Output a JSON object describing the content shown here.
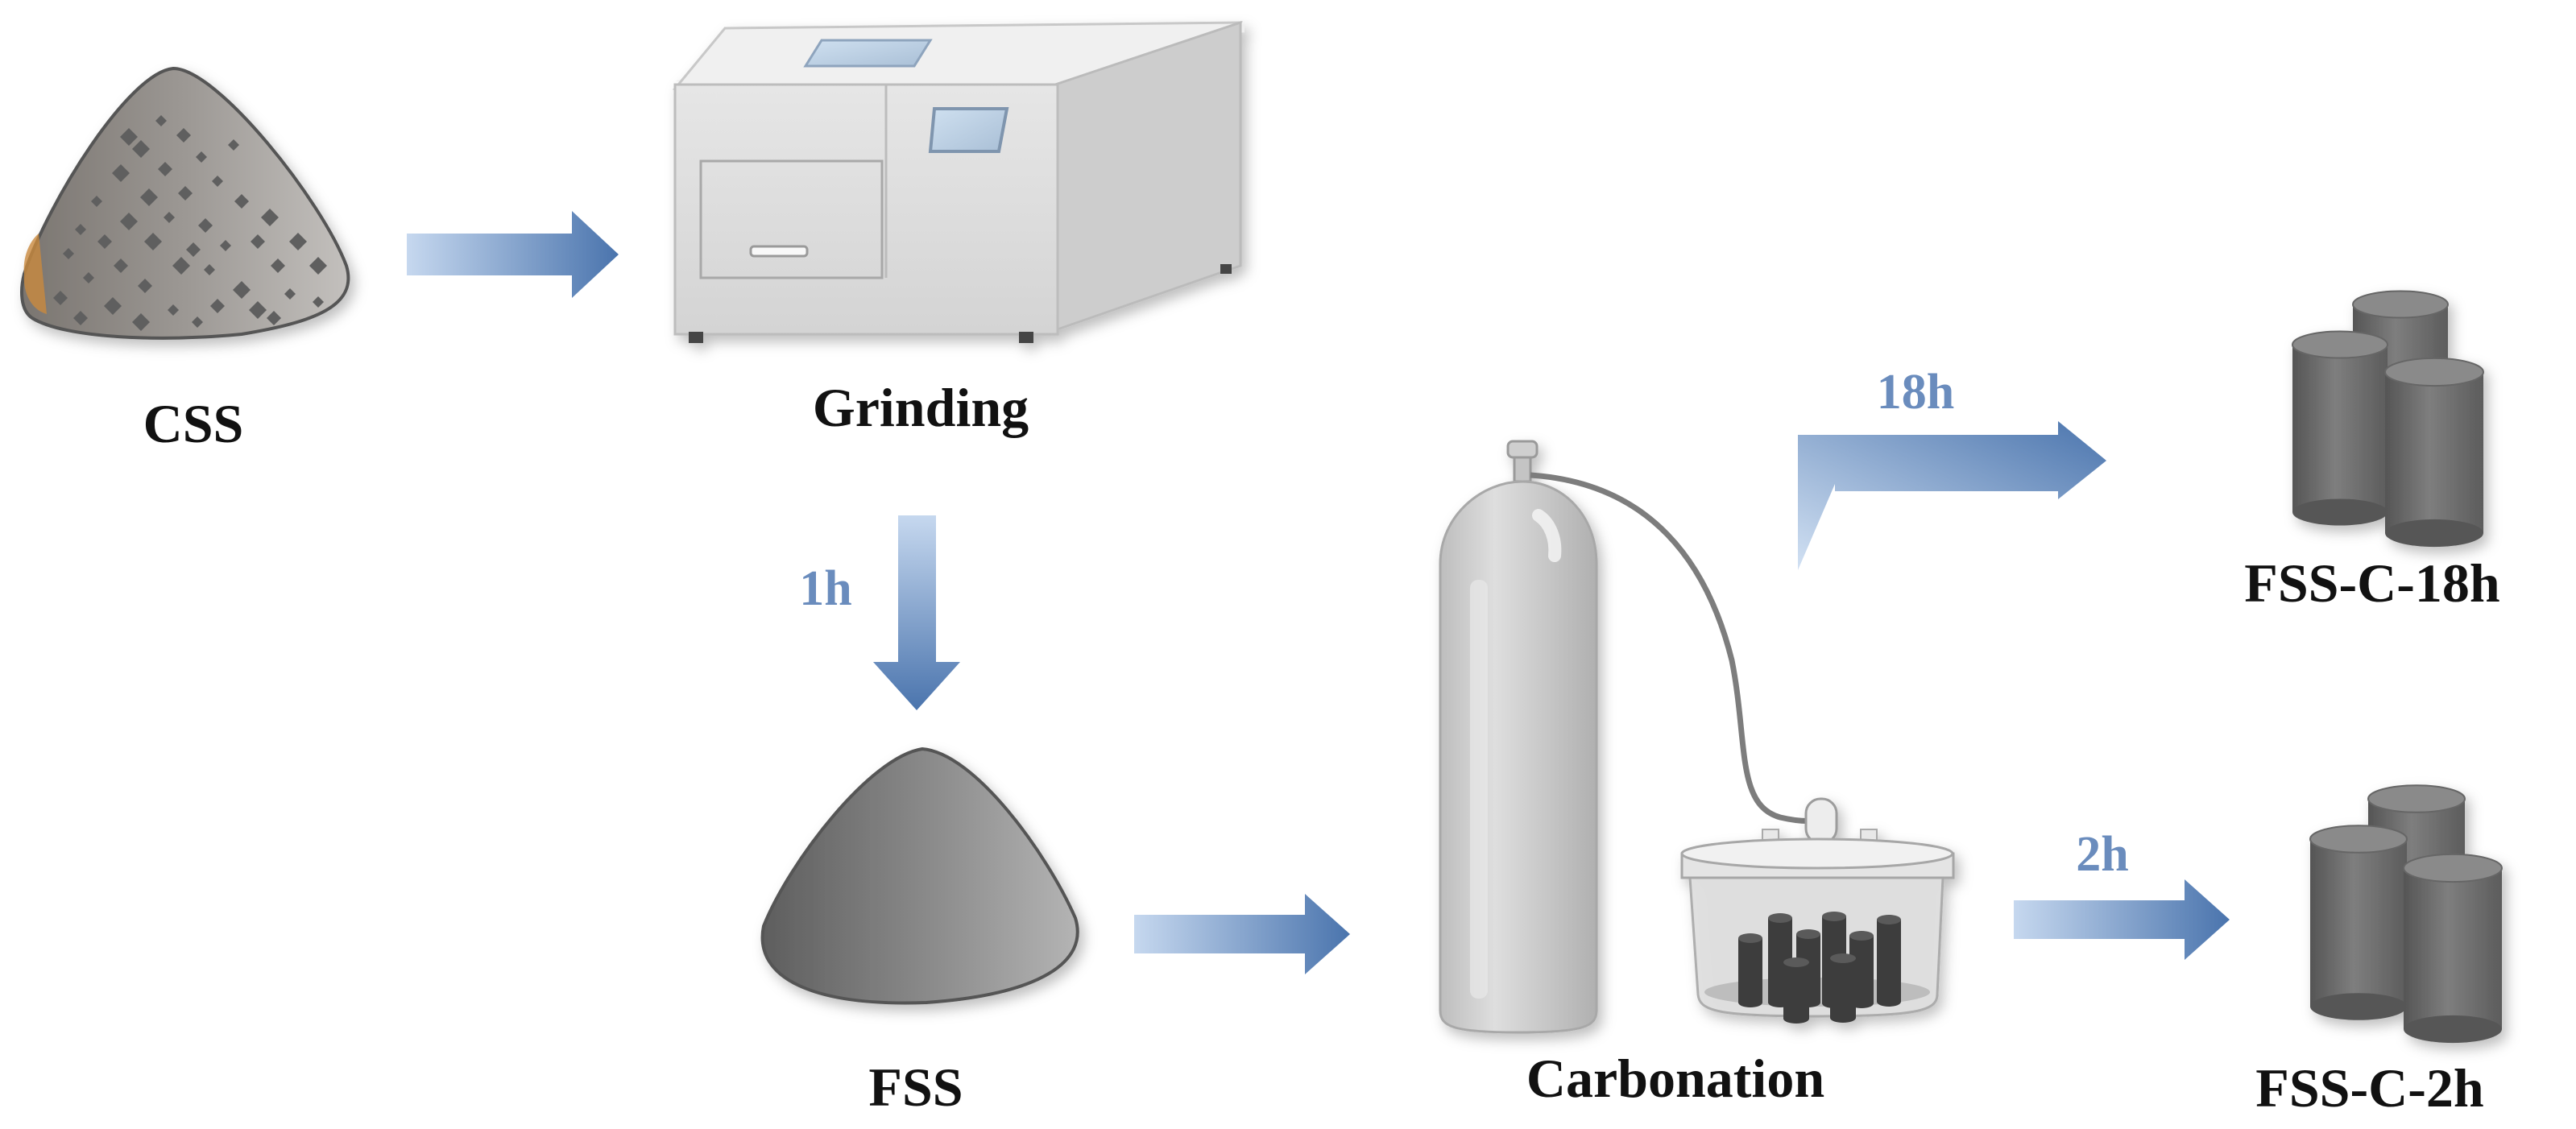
{
  "labels": {
    "css": "CSS",
    "grinding": "Grinding",
    "fss": "FSS",
    "carbonation": "Carbonation",
    "fss_c_18h": "FSS-C-18h",
    "fss_c_2h": "FSS-C-2h"
  },
  "times": {
    "grind": "1h",
    "long": "18h",
    "short": "2h"
  },
  "colors": {
    "arrow_light": "#c3d6ee",
    "arrow_dark": "#4f79b0",
    "time_label": "#6a8cbd",
    "cylinder": "#737373",
    "machine": "#dcdcdc"
  }
}
